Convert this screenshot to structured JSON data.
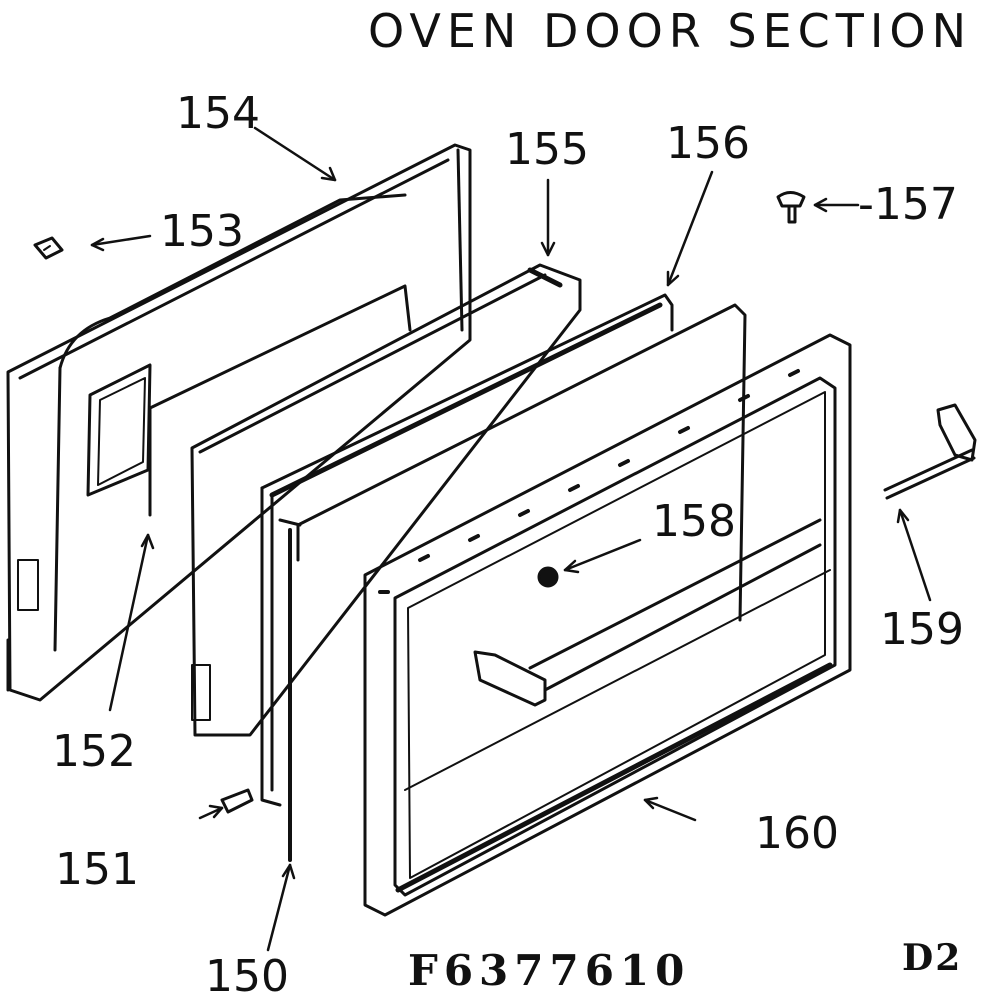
{
  "title": "OVEN DOOR SECTION",
  "diagram_code": "F6377610",
  "sheet_id": "D2",
  "parts": {
    "p150": "150",
    "p151": "151",
    "p152": "152",
    "p153": "153",
    "p154": "154",
    "p155": "155",
    "p156": "156",
    "p157": "-157",
    "p158": "158",
    "p159": "159",
    "p160": "160"
  },
  "colors": {
    "ink": "#111111",
    "paper": "#ffffff"
  }
}
